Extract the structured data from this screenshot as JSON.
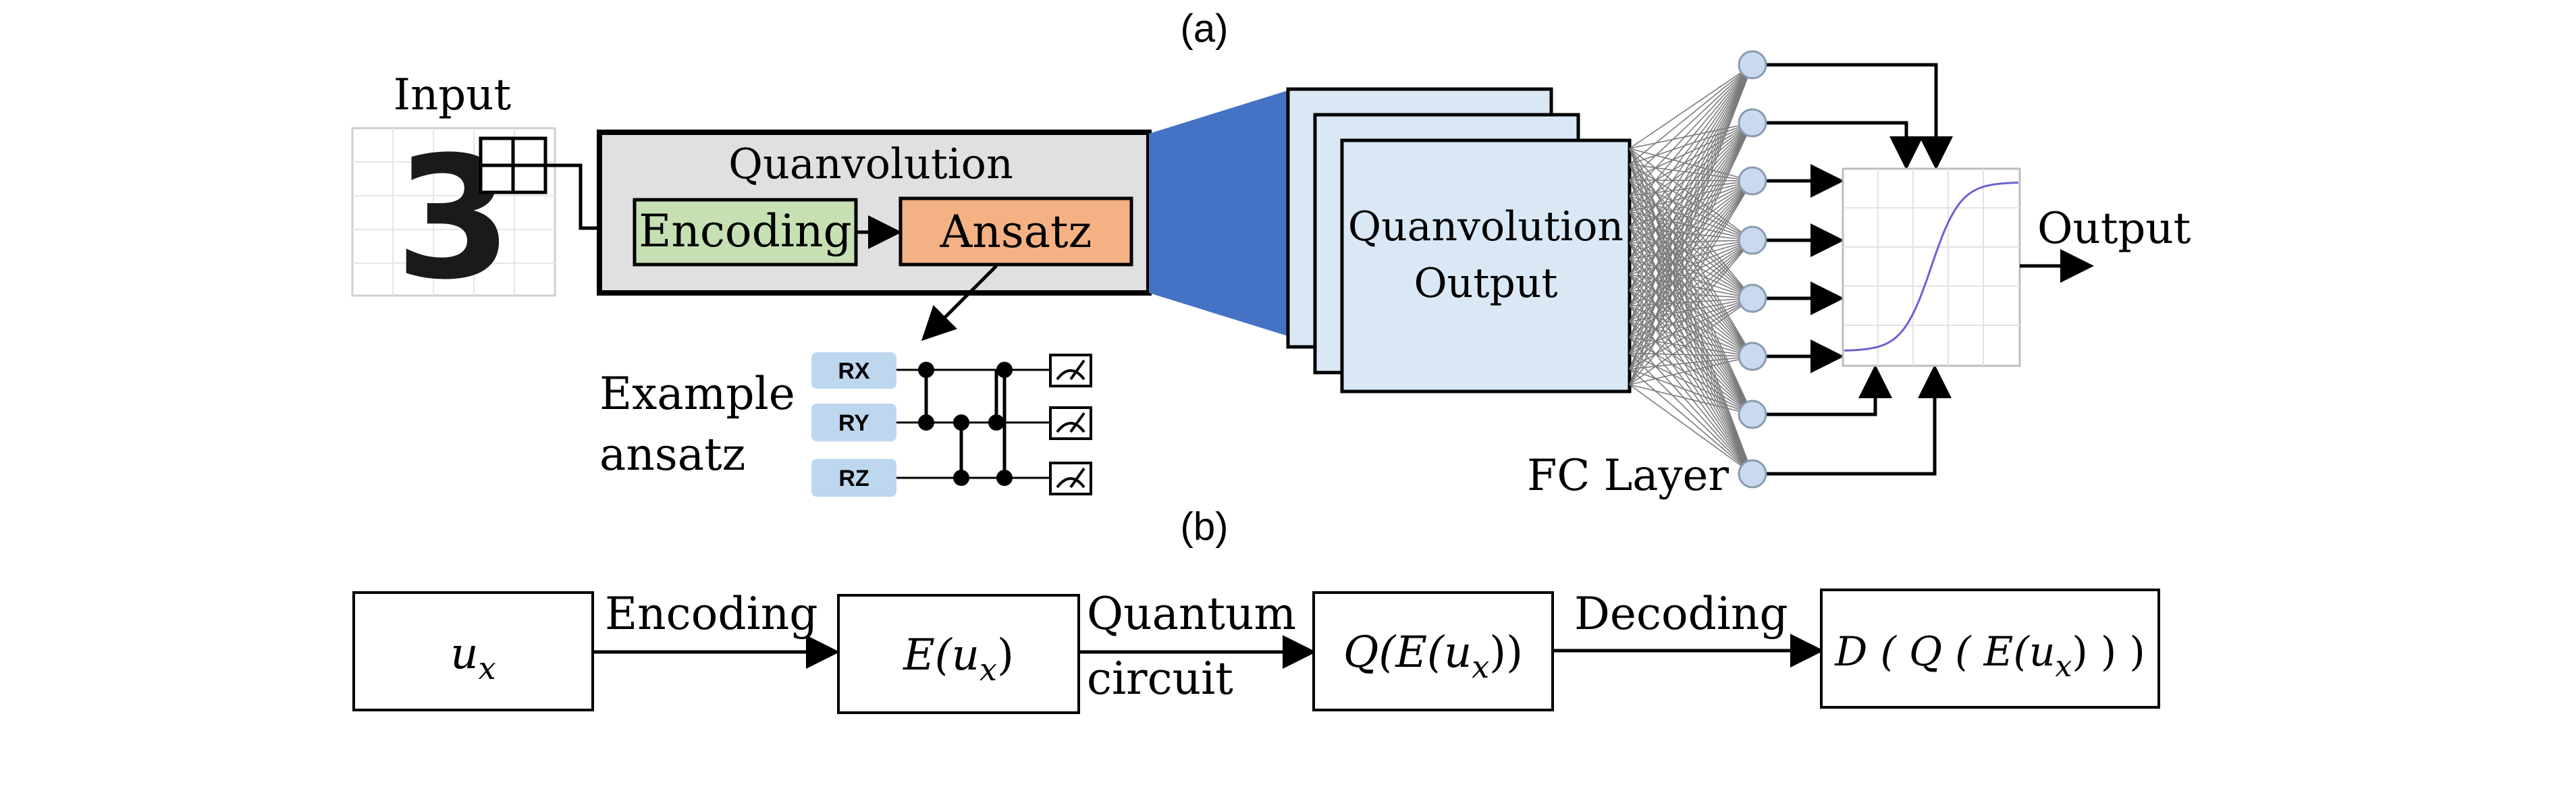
{
  "panel_a": {
    "label": "(a)",
    "input_label": "Input",
    "input_digit": "3",
    "quanvolution": {
      "title": "Quanvolution",
      "encoding_label": "Encoding",
      "ansatz_label": "Ansatz"
    },
    "example_ansatz": {
      "label_line1": "Example",
      "label_line2": "ansatz",
      "gates": [
        "RX",
        "RY",
        "RZ"
      ]
    },
    "quanv_output": {
      "line1": "Quanvolution",
      "line2": "Output"
    },
    "fc_layer_label": "FC Layer",
    "output_label": "Output",
    "colors": {
      "quanvolution_box": "#e0e0e0",
      "encoding_box": "#c6e0b4",
      "ansatz_box": "#f4b183",
      "projection": "#4472c4",
      "feature_map": "#dae8f5",
      "gate": "#bdd7ee",
      "neuron": "#c9daf0",
      "sigmoid_curve": "#6a62d2"
    }
  },
  "panel_b": {
    "label": "(b)",
    "boxes": [
      {
        "base": "u",
        "sub": "x"
      },
      {
        "prefix": "E(",
        "base": "u",
        "sub": "x",
        "suffix": ")"
      },
      {
        "prefix": "Q(E(",
        "base": "u",
        "sub": "x",
        "suffix": "))"
      },
      {
        "prefix": "D ( Q ( E(",
        "base": "u",
        "sub": "x",
        "suffix": ") ) )"
      }
    ],
    "arrows": [
      {
        "line1": "Encoding",
        "line2": ""
      },
      {
        "line1": "Quantum",
        "line2": "circuit"
      },
      {
        "line1": "Decoding",
        "line2": ""
      }
    ]
  }
}
